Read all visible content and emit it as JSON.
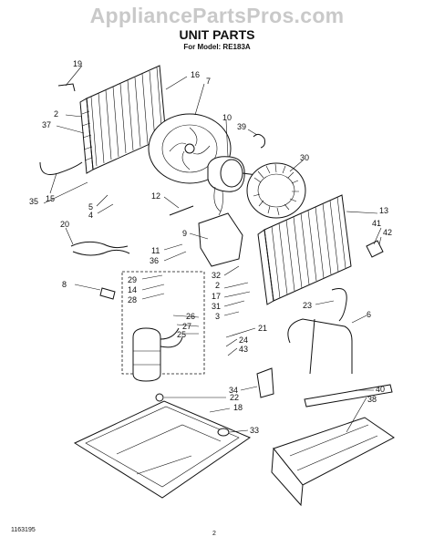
{
  "watermark": "AppliancePartsPros.com",
  "title": "UNIT PARTS",
  "subtitle": "For Model: RE183A",
  "footer": {
    "doc_number": "1163195",
    "page_number": "2"
  },
  "callouts": [
    "19",
    "16",
    "7",
    "2",
    "37",
    "10",
    "39",
    "30",
    "15",
    "35",
    "5",
    "4",
    "12",
    "13",
    "41",
    "42",
    "20",
    "9",
    "11",
    "36",
    "8",
    "29",
    "14",
    "28",
    "32",
    "2",
    "17",
    "31",
    "3",
    "23",
    "6",
    "26",
    "27",
    "25",
    "21",
    "24",
    "43",
    "34",
    "22",
    "18",
    "33",
    "40",
    "38"
  ]
}
